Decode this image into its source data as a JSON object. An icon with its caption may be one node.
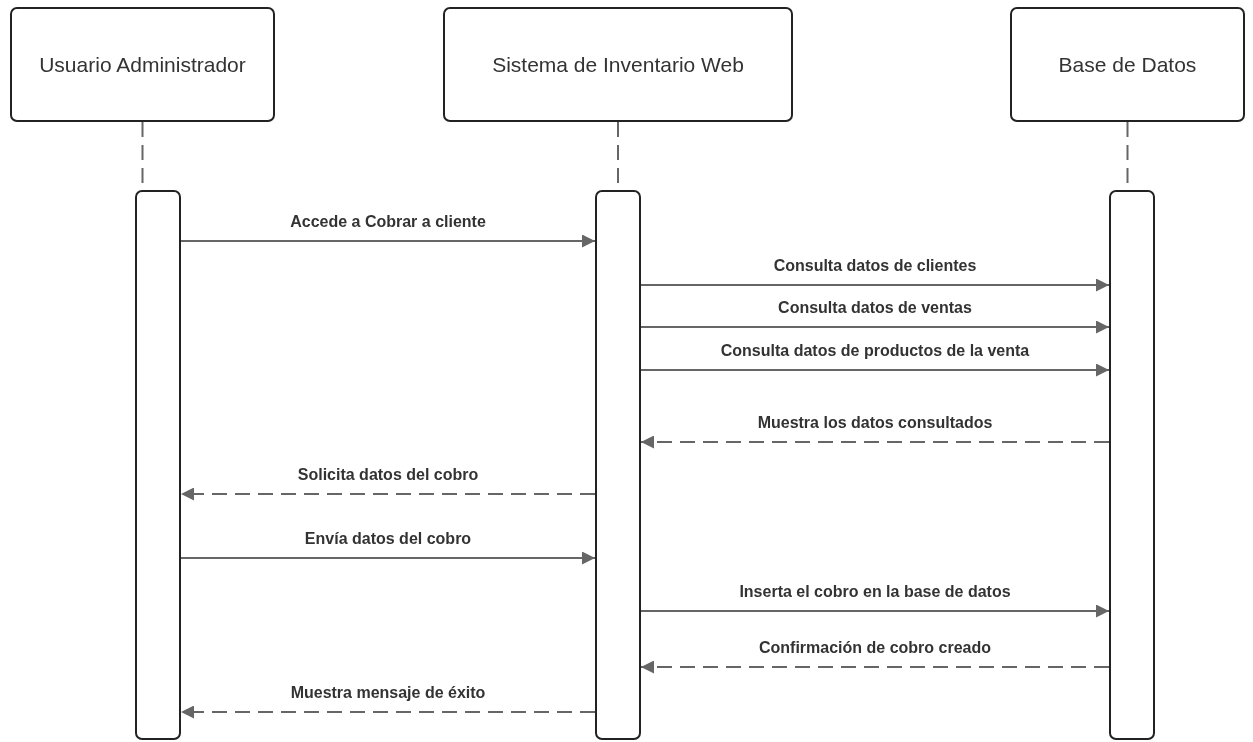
{
  "diagram": {
    "nodes": [
      {
        "text": [
          "Usuario Administrador"
        ]
      },
      {
        "text": [
          "Sistema de Inventario Web"
        ]
      },
      {
        "text": [
          "Base de Datos"
        ]
      },
      {
        "text": [],
        "shape": "bar"
      },
      {
        "text": [],
        "shape": "bar"
      },
      {
        "text": [],
        "shape": "bar"
      }
    ],
    "edges": [
      {
        "from": 0,
        "to": 3,
        "arrow": "none",
        "style": "dashed"
      },
      {
        "from": 1,
        "to": 4,
        "arrow": "none",
        "style": "dashed"
      },
      {
        "from": 2,
        "to": 5,
        "arrow": "none",
        "style": "dashed"
      },
      {
        "from": 3,
        "to": 4,
        "arrow": "to",
        "label": "Accede a Cobrar a cliente"
      },
      {
        "from": 4,
        "to": 5,
        "arrow": "to",
        "label": "Consulta datos de clientes"
      },
      {
        "from": 4,
        "to": 5,
        "arrow": "to",
        "label": "Consulta datos de ventas"
      },
      {
        "from": 4,
        "to": 5,
        "arrow": "to",
        "label": "Consulta datos de productos de la venta"
      },
      {
        "from": 5,
        "to": 4,
        "arrow": "to",
        "label": "Muestra los datos consultados",
        "style": "dashed"
      },
      {
        "from": 4,
        "to": 3,
        "arrow": "to",
        "label": "Solicita datos del cobro",
        "style": "dashed"
      },
      {
        "from": 3,
        "to": 4,
        "arrow": "to",
        "label": "Envía datos del cobro"
      },
      {
        "from": 4,
        "to": 5,
        "arrow": "to",
        "label": "Inserta el cobro en la base de datos"
      },
      {
        "from": 5,
        "to": 4,
        "arrow": "to",
        "label": "Confirmación de cobro creado",
        "style": "dashed"
      },
      {
        "from": 4,
        "to": 3,
        "arrow": "to",
        "label": "Muestra mensaje de éxito",
        "style": "dashed"
      }
    ]
  }
}
